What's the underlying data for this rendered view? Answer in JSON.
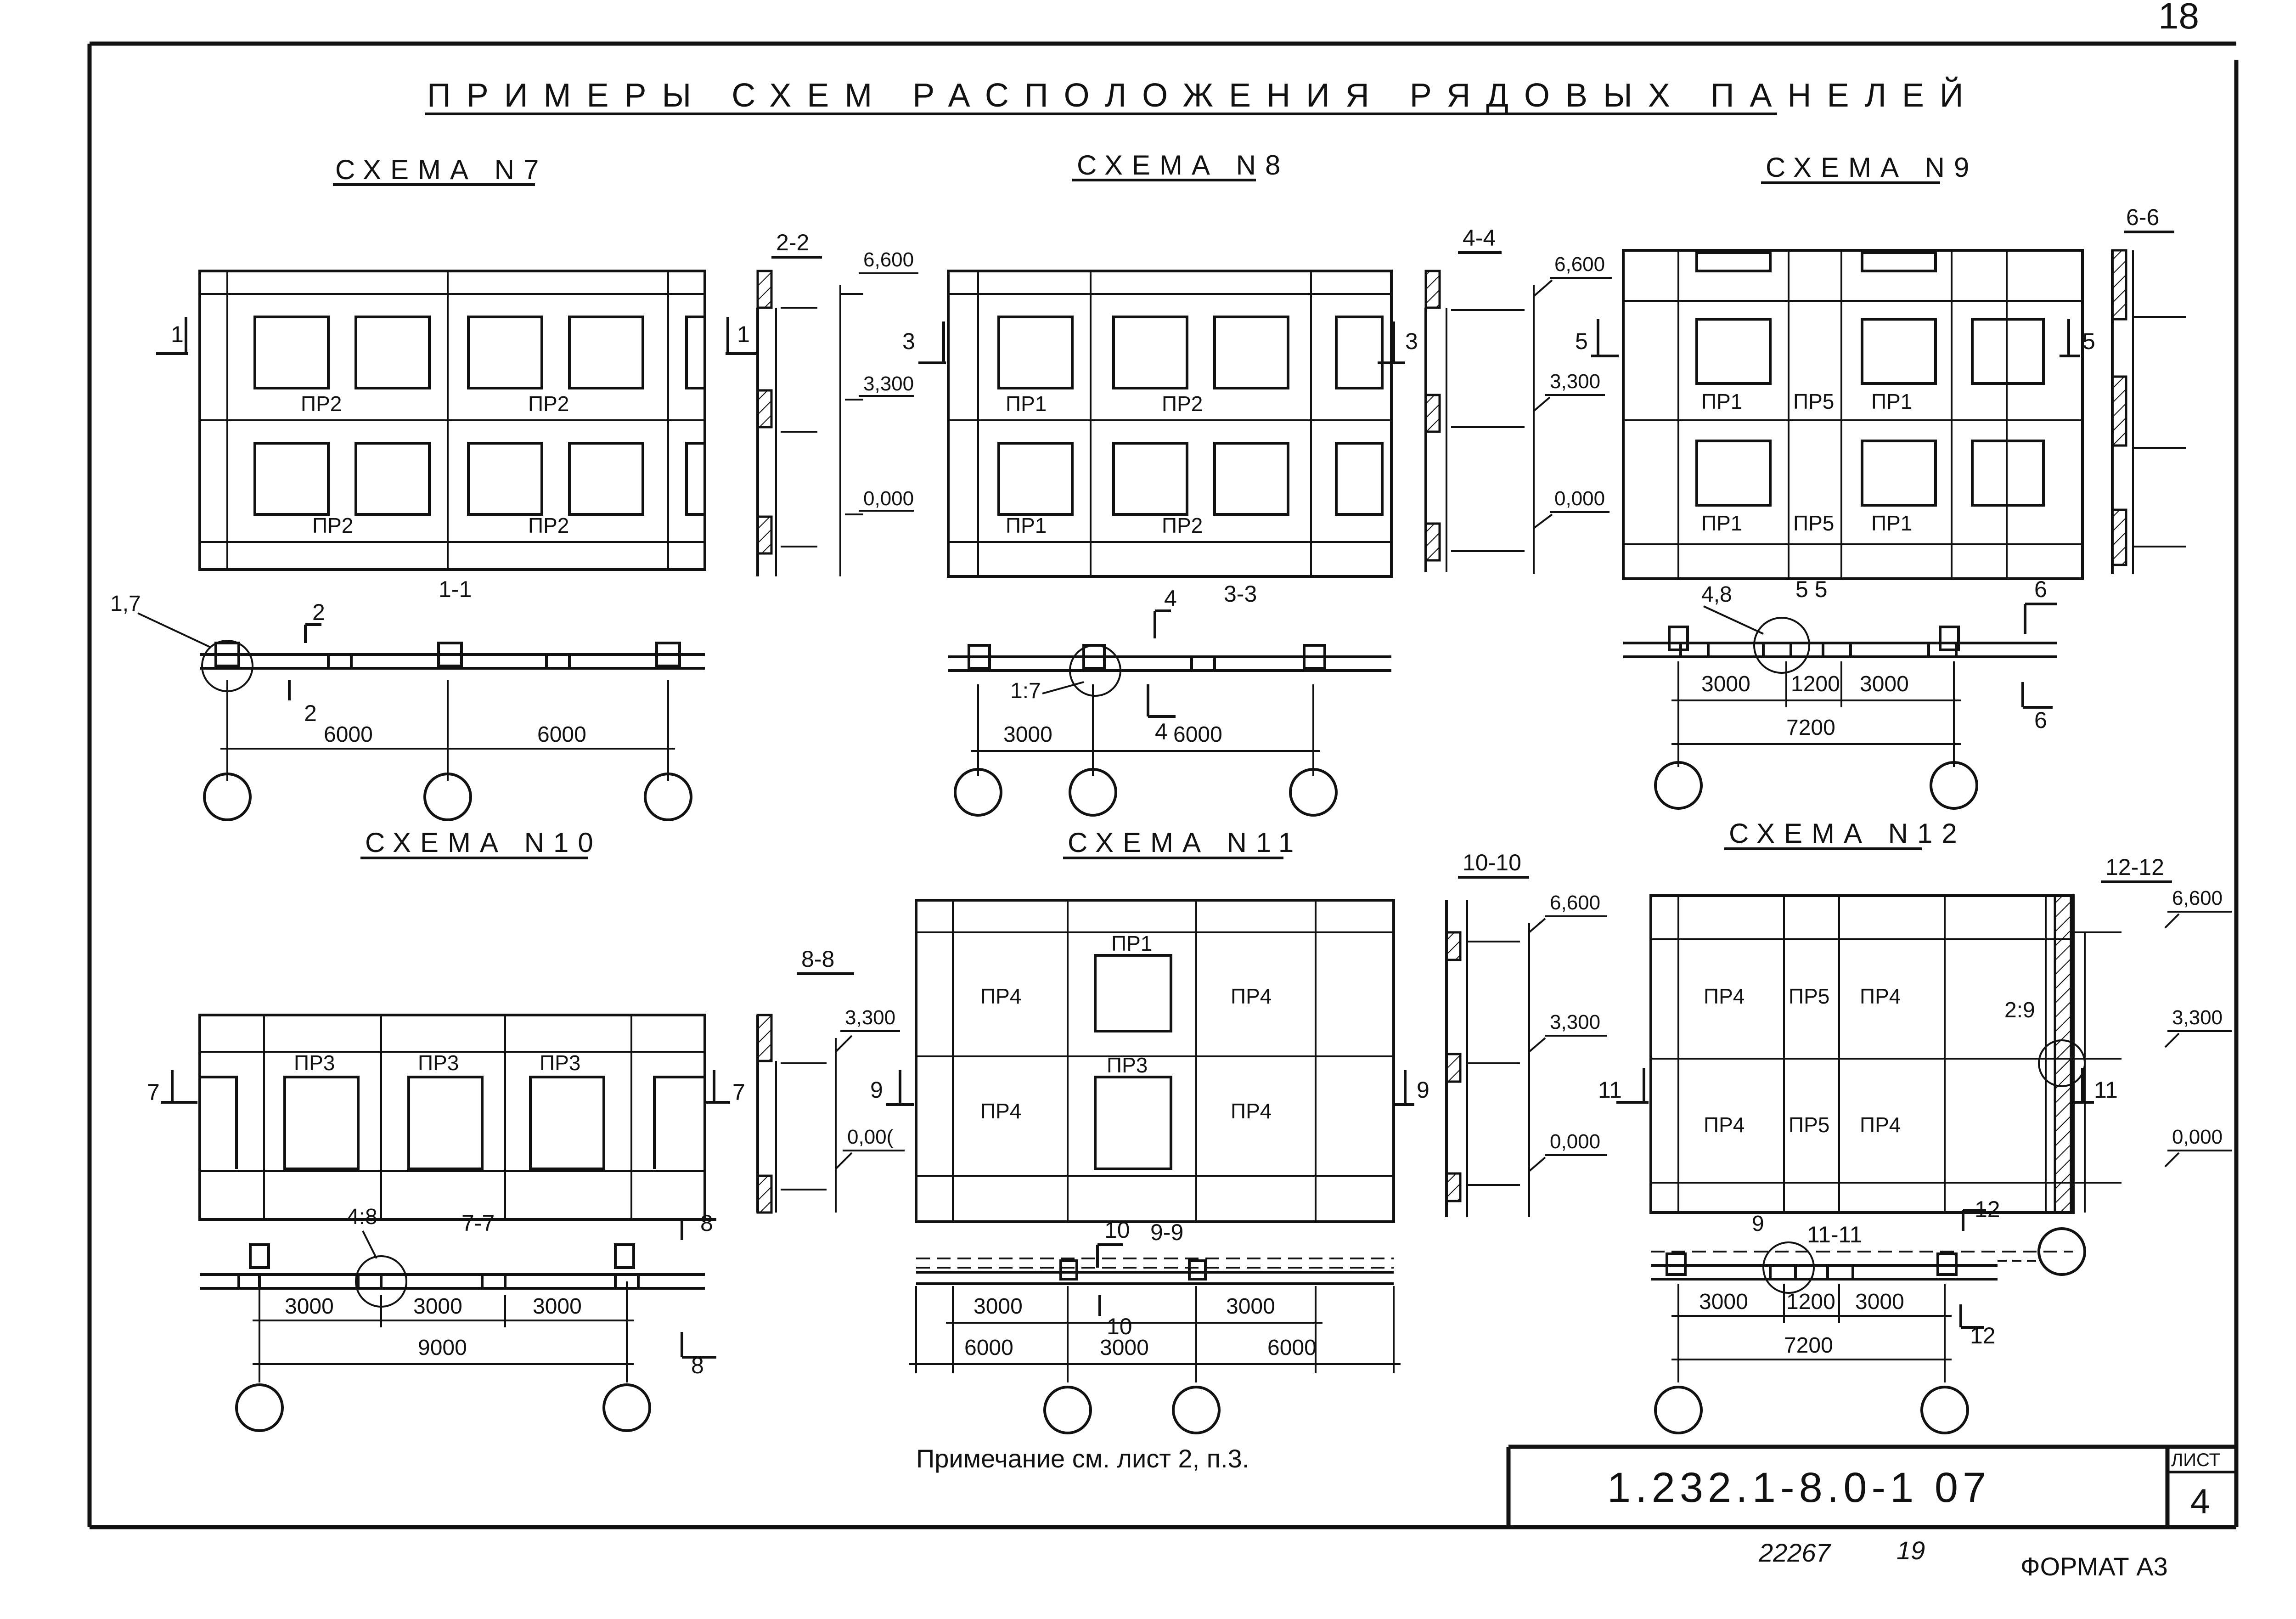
{
  "page_number": "18",
  "sheet_title": "ПРИМЕРЫ СХЕМ РАСПОЛОЖЕНИЯ РЯДОВЫХ ПАНЕЛЕЙ",
  "schemes": {
    "s7": {
      "title": "СХЕМА N7",
      "section": "2-2",
      "plan_section": "1-1",
      "cut_marks": [
        "1",
        "1"
      ],
      "panels_top": [
        "ПР2",
        "ПР2"
      ],
      "panels_bottom": [
        "ПР2",
        "ПР2"
      ],
      "node": "1,7",
      "arrows": [
        "2",
        "2"
      ],
      "dims": [
        "6000",
        "6000"
      ]
    },
    "s8": {
      "title": "СХЕМА N8",
      "section": "4-4",
      "plan_section": "3-3",
      "cut_marks": [
        "3",
        "3"
      ],
      "panels_top": [
        "ПР1",
        "ПР2"
      ],
      "panels_bottom": [
        "ПР1",
        "ПР2"
      ],
      "node": "1:7",
      "arrows": [
        "4",
        "4"
      ],
      "dims": [
        "3000",
        "6000"
      ]
    },
    "s9": {
      "title": "СХЕМА N9",
      "section": "6-6",
      "plan_section": "5 5",
      "cut_marks": [
        "5",
        "5"
      ],
      "panels_top": [
        "ПР1",
        "ПР5",
        "ПР1"
      ],
      "panels_bottom": [
        "ПР1",
        "ПР5",
        "ПР1"
      ],
      "node": "4,8",
      "arrows": [
        "6",
        "6"
      ],
      "dims": [
        "3000",
        "1200",
        "3000"
      ],
      "total": "7200"
    },
    "s10": {
      "title": "СХЕМА N10",
      "section": "8-8",
      "plan_section": "7-7",
      "cut_marks": [
        "7",
        "7"
      ],
      "panels": [
        "ПР3",
        "ПР3",
        "ПР3"
      ],
      "node": "4:8",
      "arrows": [
        "8",
        "8"
      ],
      "dims": [
        "3000",
        "3000",
        "3000"
      ],
      "total": "9000"
    },
    "s11": {
      "title": "СХЕМА N11",
      "section": "10-10",
      "plan_section": "9-9",
      "cut_marks": [
        "9",
        "9"
      ],
      "panels": [
        "ПР1",
        "ПР4",
        "ПР4",
        "ПР3",
        "ПР4",
        "ПР4"
      ],
      "arrows": [
        "10",
        "10"
      ],
      "dims": [
        "3000",
        "3000"
      ],
      "dims_bottom": [
        "6000",
        "3000",
        "6000"
      ]
    },
    "s12": {
      "title": "СХЕМА N12",
      "section": "12-12",
      "plan_section": "11-11",
      "cut_marks": [
        "11",
        "11"
      ],
      "panels_top": [
        "ПР4",
        "ПР5",
        "ПР4"
      ],
      "panels_bottom": [
        "ПР4",
        "ПР5",
        "ПР4"
      ],
      "node": "9",
      "node2": "2:9",
      "arrows": [
        "12",
        "12"
      ],
      "dims": [
        "3000",
        "1200",
        "3000"
      ],
      "total": "7200"
    }
  },
  "elevations": {
    "top": "6,600",
    "mid": "3,300",
    "bottom": "0,000",
    "mid_cut": "0,00("
  },
  "note": "Примечание см. лист 2, п.3.",
  "stamp": {
    "code": "1.232.1-8.0-1 07",
    "sheet_label": "ЛИСТ",
    "sheet_number": "4"
  },
  "footer": {
    "inventory": "22267",
    "copy_sheet": "19",
    "format": "ФОРМАТ А3"
  }
}
